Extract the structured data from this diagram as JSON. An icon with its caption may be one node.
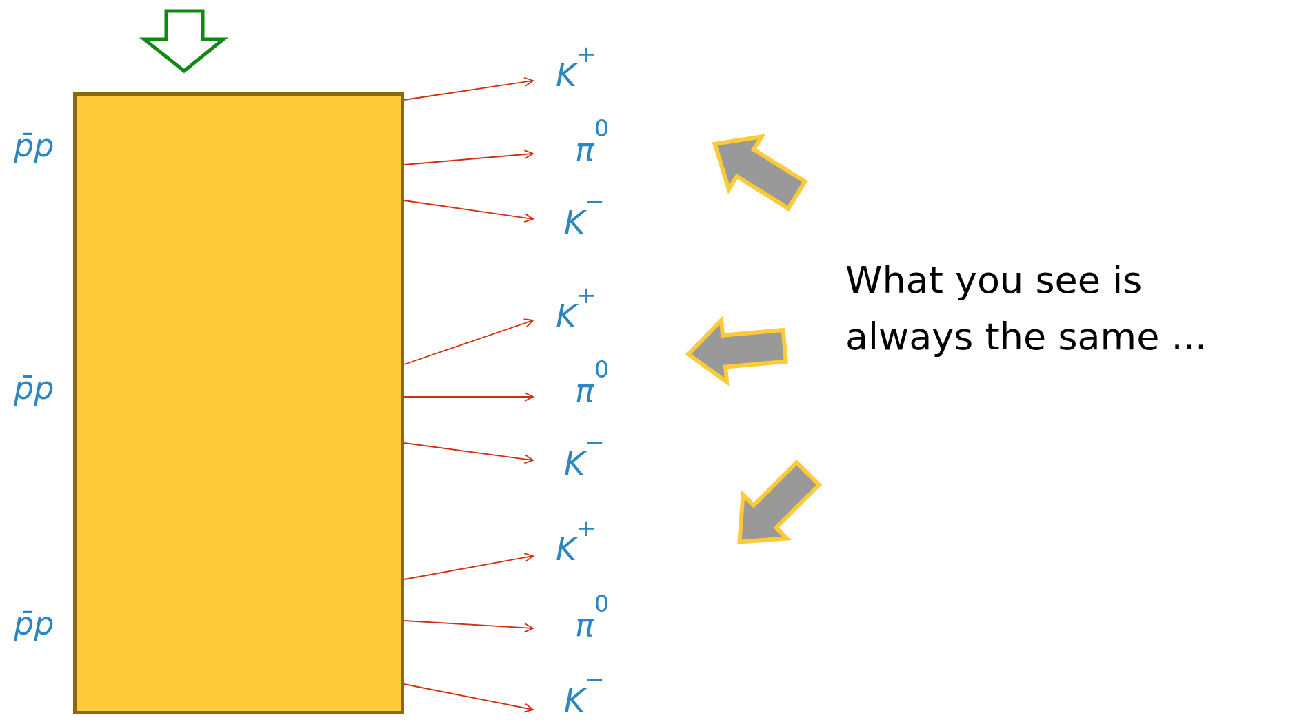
{
  "diagram": {
    "nodes": [
      {
        "text": [],
        "shape": "box",
        "beside": [
          "p̄p",
          "p̄p",
          "p̄p"
        ]
      },
      {
        "text": [
          "K$^{+}$"
        ]
      },
      {
        "text": [
          "π$^{0}$"
        ]
      },
      {
        "text": [
          "K$^{−}$"
        ]
      },
      {
        "text": [
          "K$^{+}$"
        ]
      },
      {
        "text": [
          "π$^{0}$"
        ]
      },
      {
        "text": [
          "K$^{−}$"
        ]
      },
      {
        "text": [
          "K$^{+}$"
        ]
      },
      {
        "text": [
          "π$^{0}$"
        ]
      },
      {
        "text": [
          "K$^{−}$"
        ]
      }
    ],
    "edges": [
      {
        "from": 0,
        "to": 1,
        "arrow": "to"
      },
      {
        "from": 0,
        "to": 2,
        "arrow": "to"
      },
      {
        "from": 0,
        "to": 3,
        "arrow": "to"
      },
      {
        "from": 0,
        "to": 4,
        "arrow": "to"
      },
      {
        "from": 0,
        "to": 5,
        "arrow": "to"
      },
      {
        "from": 0,
        "to": 6,
        "arrow": "to"
      },
      {
        "from": 0,
        "to": 7,
        "arrow": "to"
      },
      {
        "from": 0,
        "to": 8,
        "arrow": "to"
      },
      {
        "from": 0,
        "to": 9,
        "arrow": "to"
      }
    ],
    "labels": [
      "What you see is always the same ..."
    ]
  }
}
